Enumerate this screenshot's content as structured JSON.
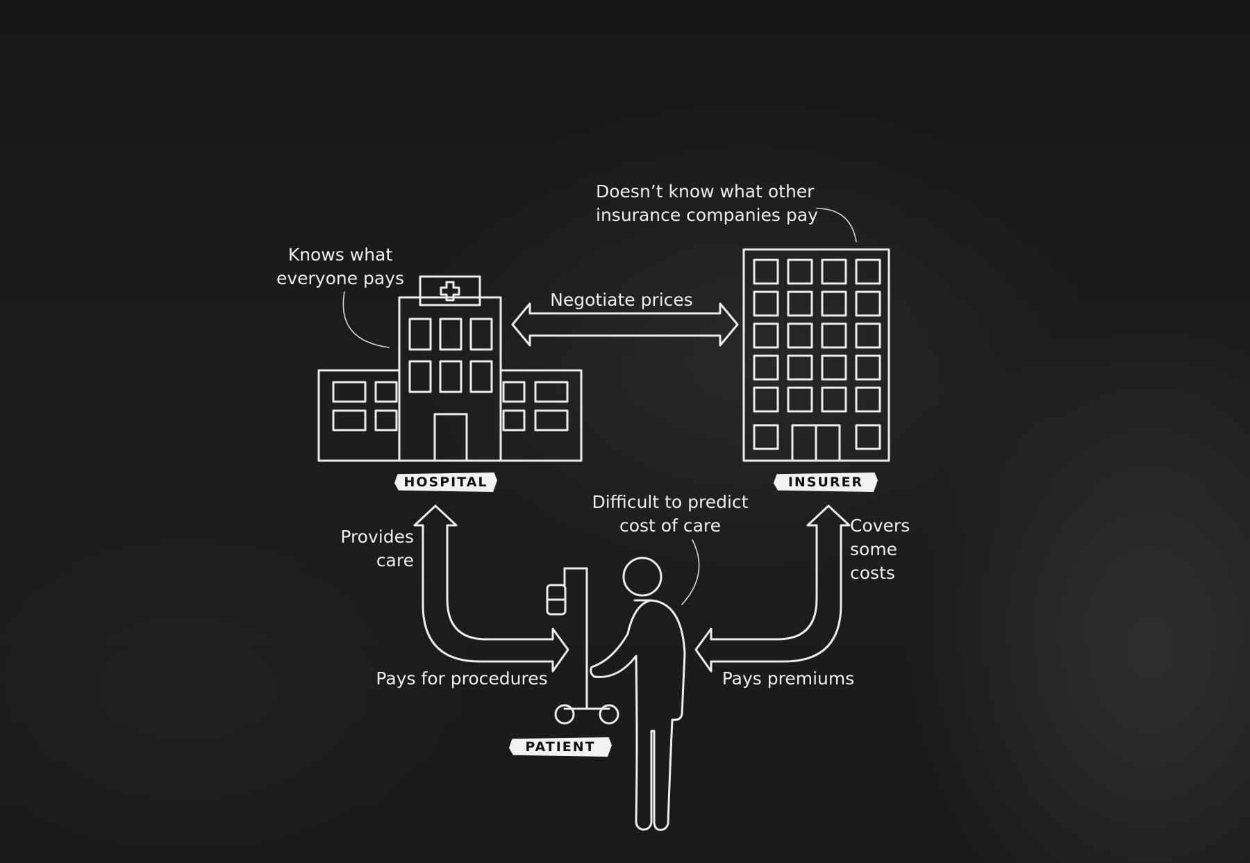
{
  "nodes": {
    "hospital": {
      "label": "HOSPITAL",
      "note": [
        "Knows what",
        "everyone pays"
      ]
    },
    "insurer": {
      "label": "INSURER",
      "note": [
        "Doesn’t know what other",
        "insurance companies pay"
      ]
    },
    "patient": {
      "label": "PATIENT",
      "note": [
        "Difficult to predict",
        "cost of care"
      ]
    }
  },
  "edges": {
    "negotiate": "Negotiate prices",
    "provides_care": [
      "Provides",
      "care"
    ],
    "pays_for_procedures": "Pays for procedures",
    "covers_costs": [
      "Covers",
      "some",
      "costs"
    ],
    "pays_premiums": "Pays premiums"
  },
  "colors": {
    "chalk": "#ededed",
    "board": "#1a1a1a"
  }
}
